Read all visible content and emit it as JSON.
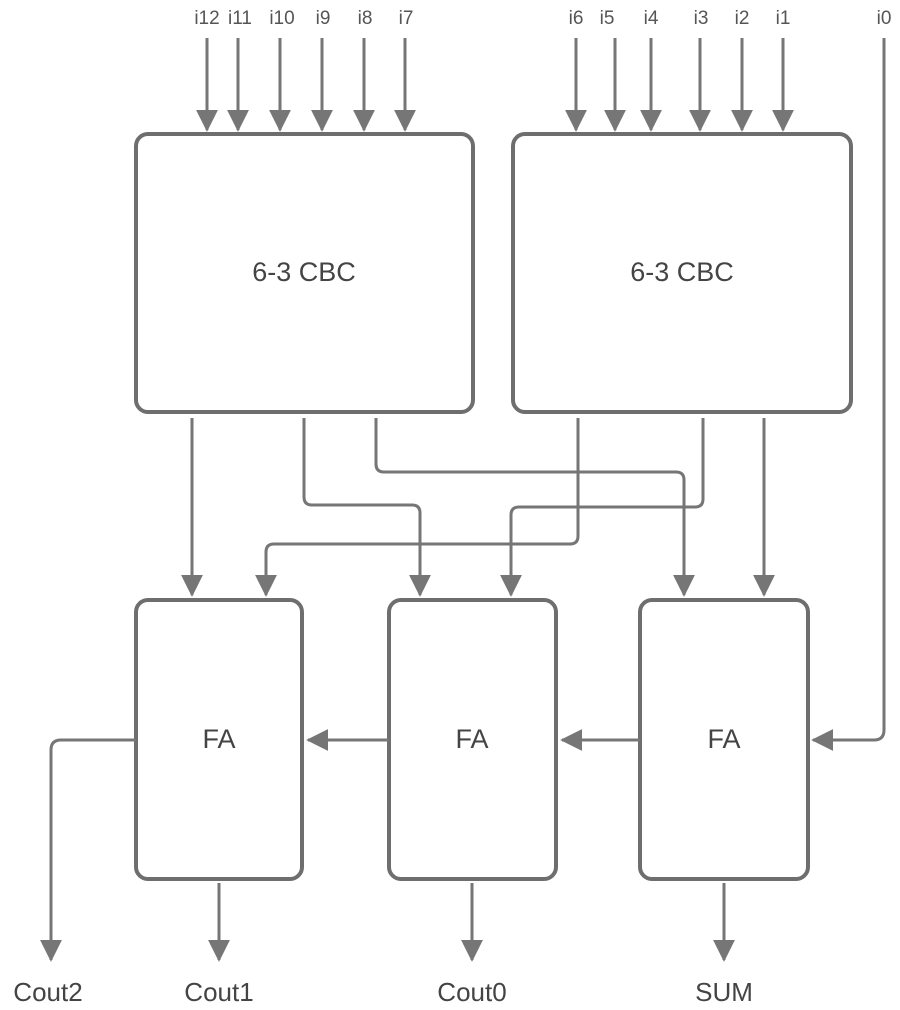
{
  "blocks": {
    "cbc_left": "6-3 CBC",
    "cbc_right": "6-3 CBC",
    "fa_left": "FA",
    "fa_mid": "FA",
    "fa_right": "FA"
  },
  "inputs": [
    "i12",
    "i11",
    "i10",
    "i9",
    "i8",
    "i7",
    "i6",
    "i5",
    "i4",
    "i3",
    "i2",
    "i1",
    "i0"
  ],
  "outputs": {
    "cout2": "Cout2",
    "cout1": "Cout1",
    "cout0": "Cout0",
    "sum": "SUM"
  },
  "colors": {
    "line": "#767676",
    "box_border": "#6e6e6e"
  }
}
